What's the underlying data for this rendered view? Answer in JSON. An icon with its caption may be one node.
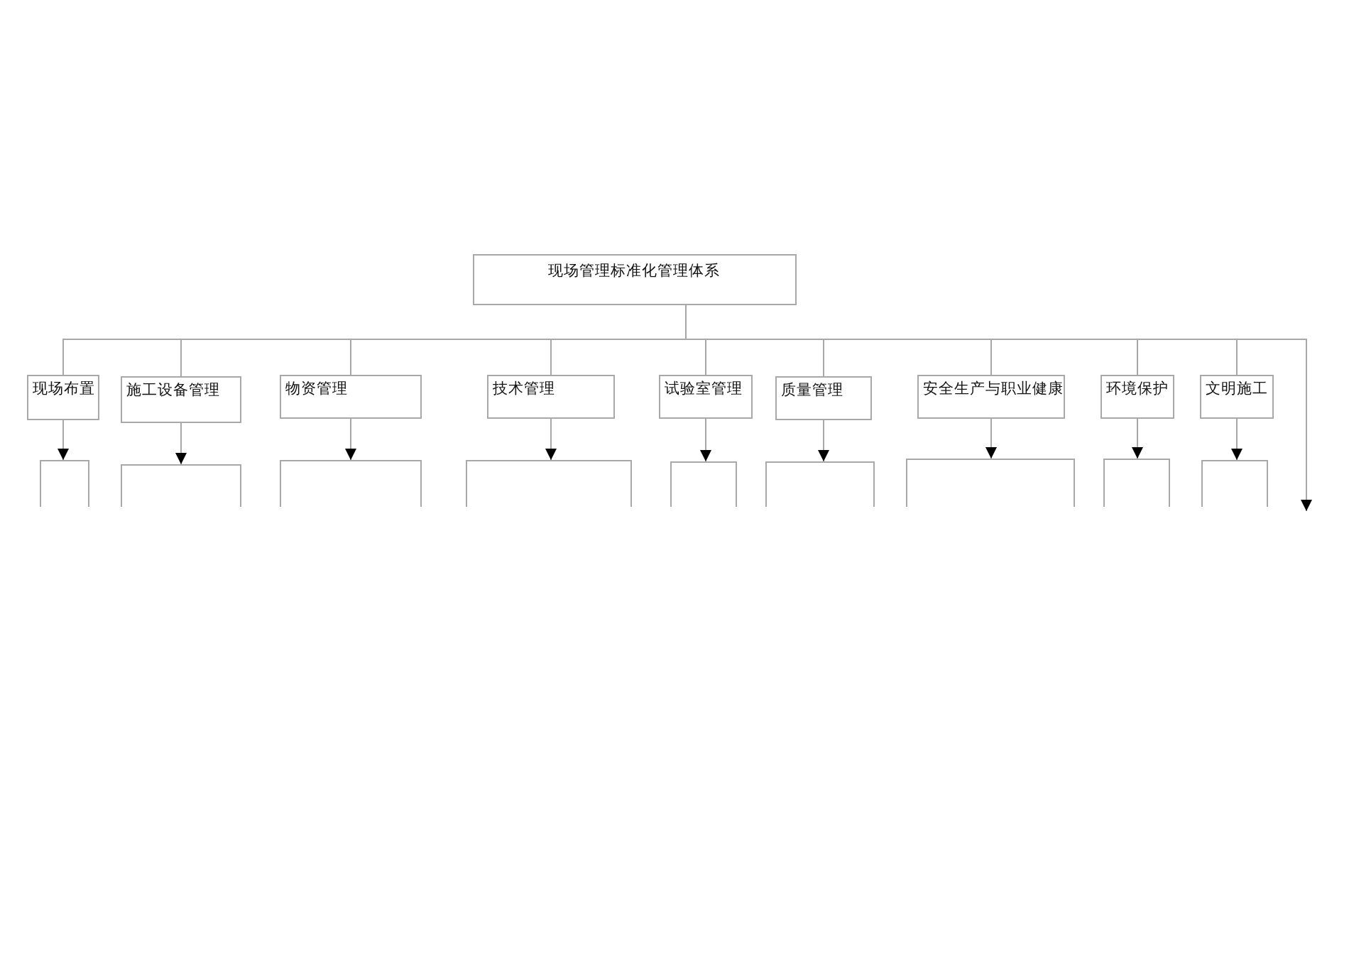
{
  "diagram": {
    "nodes": [
      {
        "text": [
          "现场管理标准化管理体系"
        ]
      },
      {
        "text": [
          "现场布置"
        ]
      },
      {
        "text": [
          "施工设备管理"
        ]
      },
      {
        "text": [
          "物资管理"
        ]
      },
      {
        "text": [
          "技术管理"
        ]
      },
      {
        "text": [
          "试验室管理"
        ]
      },
      {
        "text": [
          "质量管理"
        ]
      },
      {
        "text": [
          "安全生产与职业健康"
        ]
      },
      {
        "text": [
          "环境保护"
        ]
      },
      {
        "text": [
          "文明施工"
        ]
      },
      {
        "text": [],
        "shape": "box"
      },
      {
        "text": [],
        "shape": "box"
      },
      {
        "text": [],
        "shape": "box"
      },
      {
        "text": [],
        "shape": "box"
      },
      {
        "text": [],
        "shape": "box"
      },
      {
        "text": [],
        "shape": "box"
      },
      {
        "text": [],
        "shape": "box"
      },
      {
        "text": [],
        "shape": "box"
      },
      {
        "text": [],
        "shape": "box"
      }
    ],
    "edges": [
      {
        "from": 0,
        "to": 1,
        "arrow": "none"
      },
      {
        "from": 0,
        "to": 2,
        "arrow": "none"
      },
      {
        "from": 0,
        "to": 3,
        "arrow": "none"
      },
      {
        "from": 0,
        "to": 4,
        "arrow": "none"
      },
      {
        "from": 0,
        "to": 5,
        "arrow": "none"
      },
      {
        "from": 0,
        "to": 6,
        "arrow": "none"
      },
      {
        "from": 0,
        "to": 7,
        "arrow": "none"
      },
      {
        "from": 0,
        "to": 8,
        "arrow": "none"
      },
      {
        "from": 0,
        "to": 9,
        "arrow": "none"
      },
      {
        "from": 1,
        "to": 10,
        "arrow": "to"
      },
      {
        "from": 2,
        "to": 11,
        "arrow": "to"
      },
      {
        "from": 3,
        "to": 12,
        "arrow": "to"
      },
      {
        "from": 4,
        "to": 13,
        "arrow": "to"
      },
      {
        "from": 5,
        "to": 14,
        "arrow": "to"
      },
      {
        "from": 6,
        "to": 15,
        "arrow": "to"
      },
      {
        "from": 7,
        "to": 16,
        "arrow": "to"
      },
      {
        "from": 8,
        "to": 17,
        "arrow": "to"
      },
      {
        "from": 9,
        "to": 18,
        "arrow": "to"
      },
      {
        "from": 0,
        "to": null,
        "arrow": "to"
      }
    ]
  }
}
